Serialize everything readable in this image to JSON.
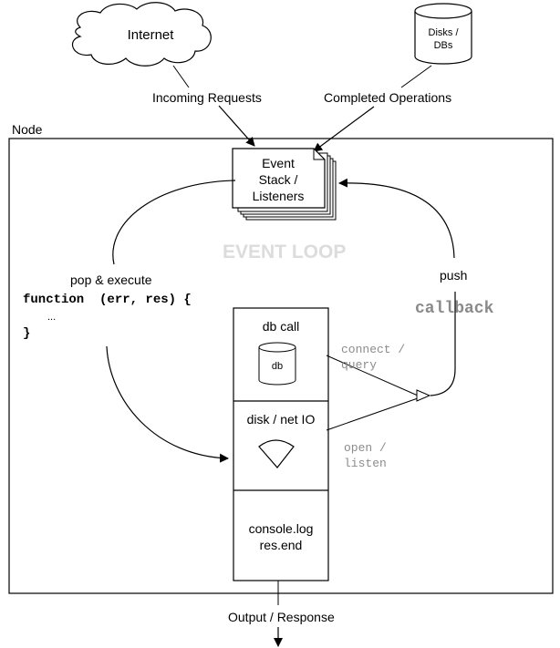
{
  "sources": {
    "internet": "Internet",
    "disks": [
      "Disks /",
      "DBs"
    ],
    "incoming": "Incoming Requests",
    "completed": "Completed Operations"
  },
  "node": {
    "label": "Node"
  },
  "event_stack": [
    "Event",
    "Stack /",
    "Listeners"
  ],
  "event_loop": {
    "title": "EVENT LOOP"
  },
  "pop": {
    "label": "pop & execute",
    "code": [
      "function  (err, res) {",
      "...",
      "}"
    ]
  },
  "push": {
    "label": "push",
    "callback": "callback"
  },
  "worker": {
    "db_call": "db call",
    "db_icon": "db",
    "net_io": "disk / net IO",
    "console": [
      "console.log",
      "res.end"
    ]
  },
  "ops": {
    "connect": [
      "connect /",
      "query"
    ],
    "open": [
      "open /",
      "listen"
    ]
  },
  "output": "Output / Response",
  "colors": {
    "stroke": "#000000",
    "muted": "#8c8c8c",
    "event_loop": "#dcdcdc",
    "callback": "#8a8a8a"
  }
}
